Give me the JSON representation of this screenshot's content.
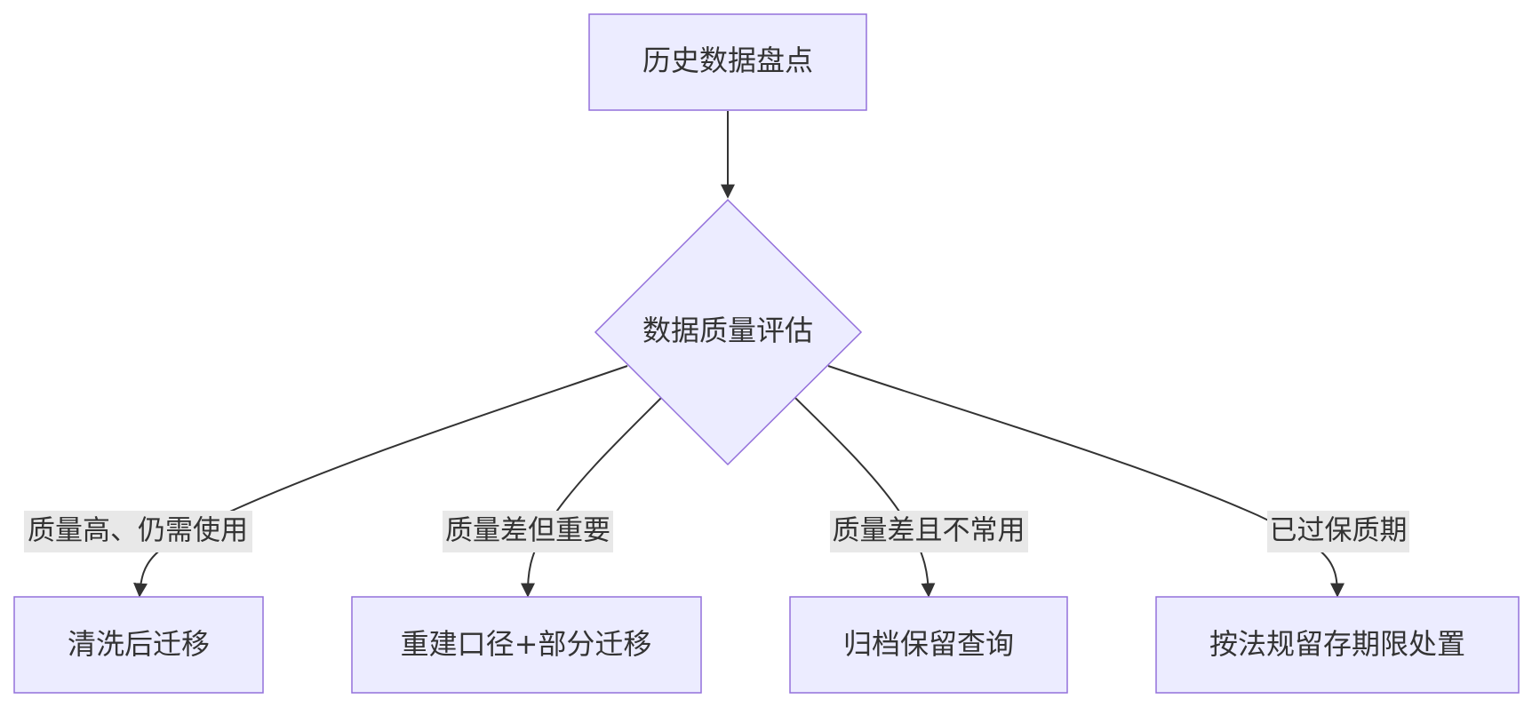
{
  "nodes": {
    "start": "历史数据盘点",
    "decision": "数据质量评估",
    "clean_migrate": "清洗后迁移",
    "rebuild_partial": "重建口径+部分迁移",
    "archive_query": "归档保留查询",
    "legal_dispose": "按法规留存期限处置"
  },
  "edges": {
    "high_quality": "质量高、仍需使用",
    "poor_important": "质量差但重要",
    "poor_rare": "质量差且不常用",
    "expired": "已过保质期"
  },
  "colors": {
    "node_fill": "#ececff",
    "node_stroke": "#9370db",
    "edge": "#333333",
    "label_bg": "#e8e8e8"
  }
}
